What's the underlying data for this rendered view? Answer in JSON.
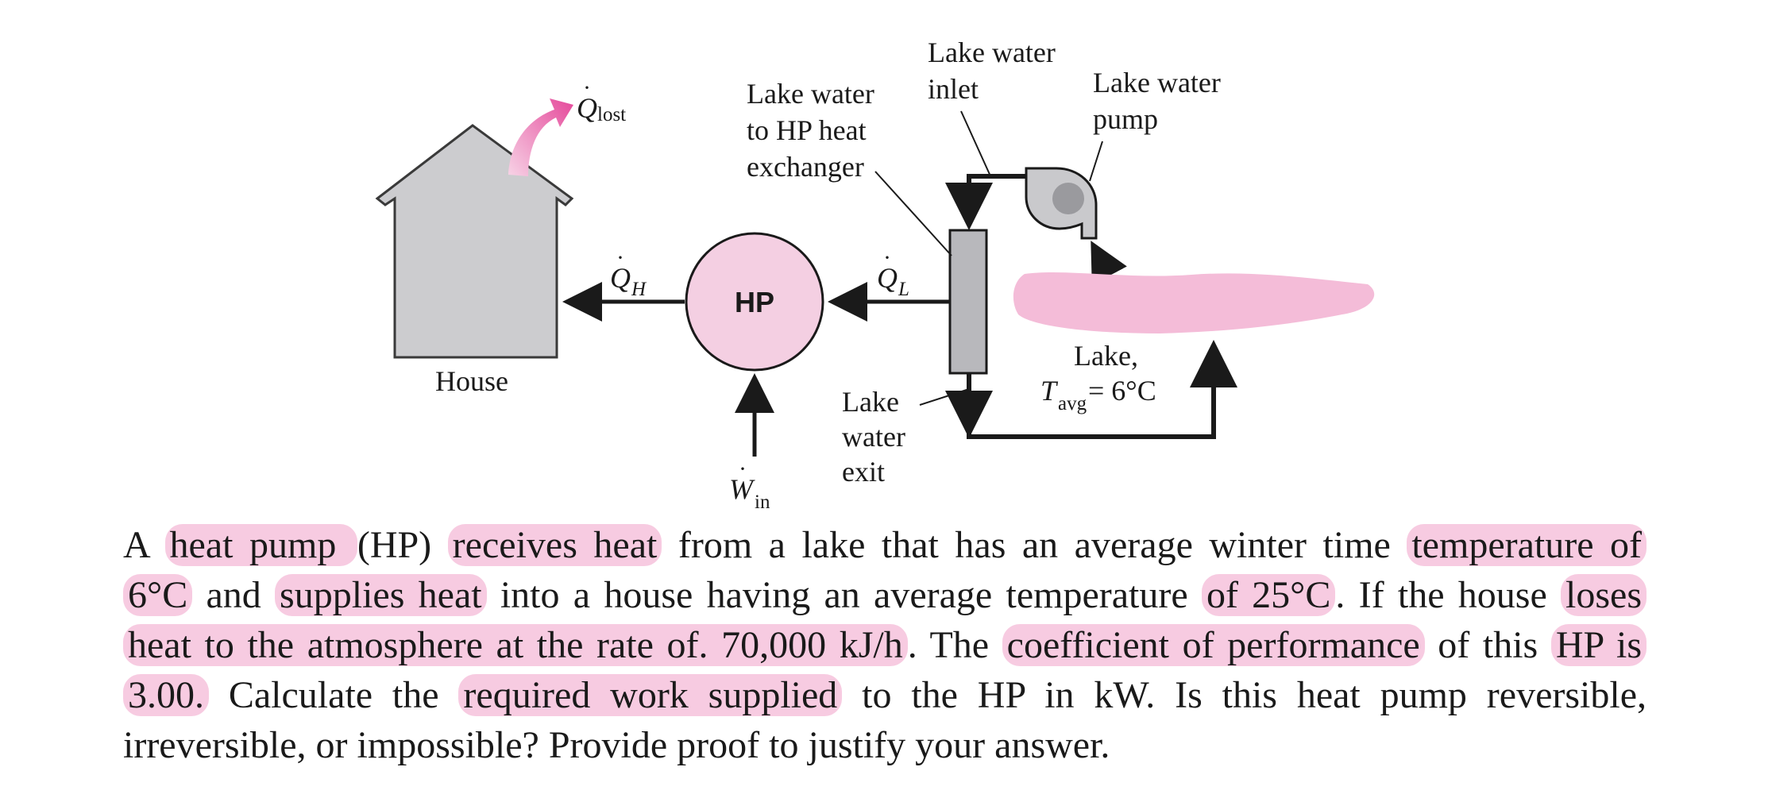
{
  "figure": {
    "q_lost": {
      "symbol": "Q",
      "subscript": "lost"
    },
    "q_h": {
      "symbol": "Q",
      "subscript": "H"
    },
    "q_l": {
      "symbol": "Q",
      "subscript": "L"
    },
    "w_in": {
      "symbol": "W",
      "subscript": "in"
    },
    "hp_label": "HP",
    "house_label": "House",
    "hx_label": [
      "Lake water",
      "to HP heat",
      "exchanger"
    ],
    "inlet_label": [
      "Lake water",
      "inlet"
    ],
    "pump_label": [
      "Lake water",
      "pump"
    ],
    "exit_label": [
      "Lake",
      "water",
      "exit"
    ],
    "lake_label": {
      "name": "Lake,",
      "t_symbol": "T",
      "t_subscript": "avg",
      "t_value": " = 6°C"
    },
    "colors": {
      "pink": "#f4bcd8",
      "gray": "#cccccf",
      "arrow_gradient": "#e5489a"
    }
  },
  "problem": {
    "lines": [
      [
        {
          "t": "A ",
          "h": false
        },
        {
          "t": "heat pump ",
          "h": true
        },
        {
          "t": "(HP) ",
          "h": false
        },
        {
          "t": "receives heat",
          "h": true
        },
        {
          "t": " from a lake that has an average winter time ",
          "h": false
        },
        {
          "t": "temperature of",
          "h": true
        }
      ],
      [
        {
          "t": "6°C",
          "h": true
        },
        {
          "t": " and ",
          "h": false
        },
        {
          "t": "supplies heat",
          "h": true
        },
        {
          "t": " into a house having an average temperature ",
          "h": false
        },
        {
          "t": "of 25°C",
          "h": true
        },
        {
          "t": ". If the house ",
          "h": false
        },
        {
          "t": "loses",
          "h": true
        }
      ],
      [
        {
          "t": "heat to the atmosphere at the rate of. 70,000 kJ/h",
          "h": true
        },
        {
          "t": ". The ",
          "h": false
        },
        {
          "t": "coefficient of performance",
          "h": true
        },
        {
          "t": " of this ",
          "h": false
        },
        {
          "t": "HP is",
          "h": true
        }
      ],
      [
        {
          "t": "3.00.",
          "h": true
        },
        {
          "t": " Calculate the ",
          "h": false
        },
        {
          "t": "required work supplied",
          "h": true
        },
        {
          "t": " to the HP in kW. Is this heat pump reversible,",
          "h": false
        }
      ],
      [
        {
          "t": "irreversible, or impossible? Provide proof to justify your answer.",
          "h": false
        }
      ]
    ]
  }
}
